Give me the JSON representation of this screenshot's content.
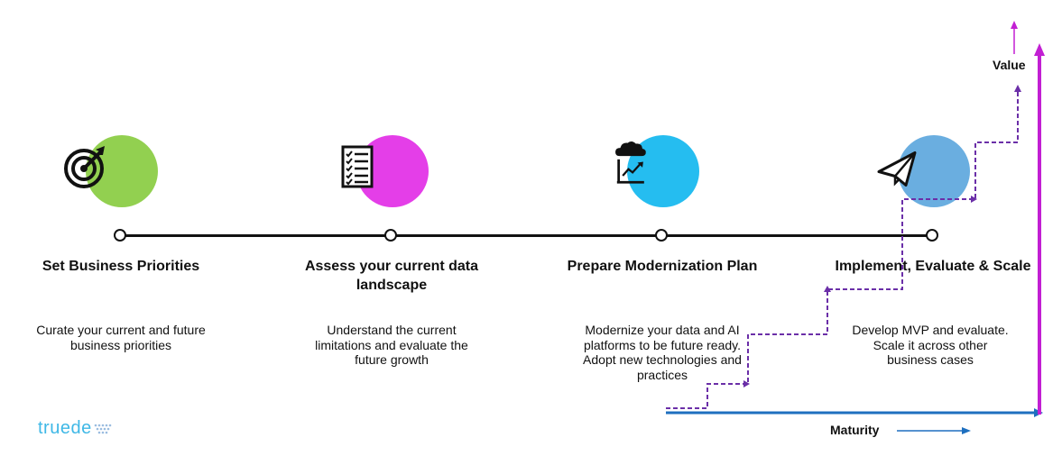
{
  "steps": [
    {
      "title": "Set Business Priorities",
      "description": "Curate your current and future business priorities",
      "color": "#92d050",
      "icon": "target-icon"
    },
    {
      "title": "Assess your current data landscape",
      "description": "Understand the current limitations and evaluate the future growth",
      "color": "#e43ee8",
      "icon": "checklist-icon"
    },
    {
      "title": "Prepare Modernization Plan",
      "description": "Modernize your data and AI platforms to be future ready. Adopt new technologies and practices",
      "color": "#25bdf0",
      "icon": "cloud-chart-icon"
    },
    {
      "title": "Implement, Evaluate & Scale",
      "description": "Develop MVP and evaluate. Scale it across other business cases",
      "color": "#6aaee0",
      "icon": "paper-plane-icon"
    }
  ],
  "axes": {
    "value_label": "Value",
    "maturity_label": "Maturity",
    "value_color": "#c21fd3",
    "maturity_color": "#1e6fbf",
    "stair_color": "#6b2fa8"
  },
  "brand": {
    "name": "truede"
  }
}
